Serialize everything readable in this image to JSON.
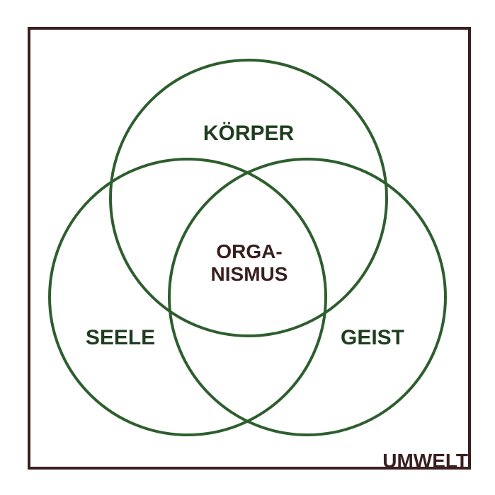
{
  "diagram": {
    "circles": [
      {
        "id": "koerper",
        "label": "KÖRPER"
      },
      {
        "id": "seele",
        "label": "SEELE"
      },
      {
        "id": "geist",
        "label": "GEIST"
      }
    ],
    "center": {
      "line1": "ORGA-",
      "line2": "NISMUS"
    },
    "frame_label": "UMWELT",
    "colors": {
      "circle_stroke": "#2e5e2e",
      "circle_text": "#1f3d1f",
      "frame_stroke": "#3a1f1f",
      "center_text": "#3a1f1f",
      "frame_text": "#3a1f1f",
      "background": "#ffffff"
    }
  }
}
